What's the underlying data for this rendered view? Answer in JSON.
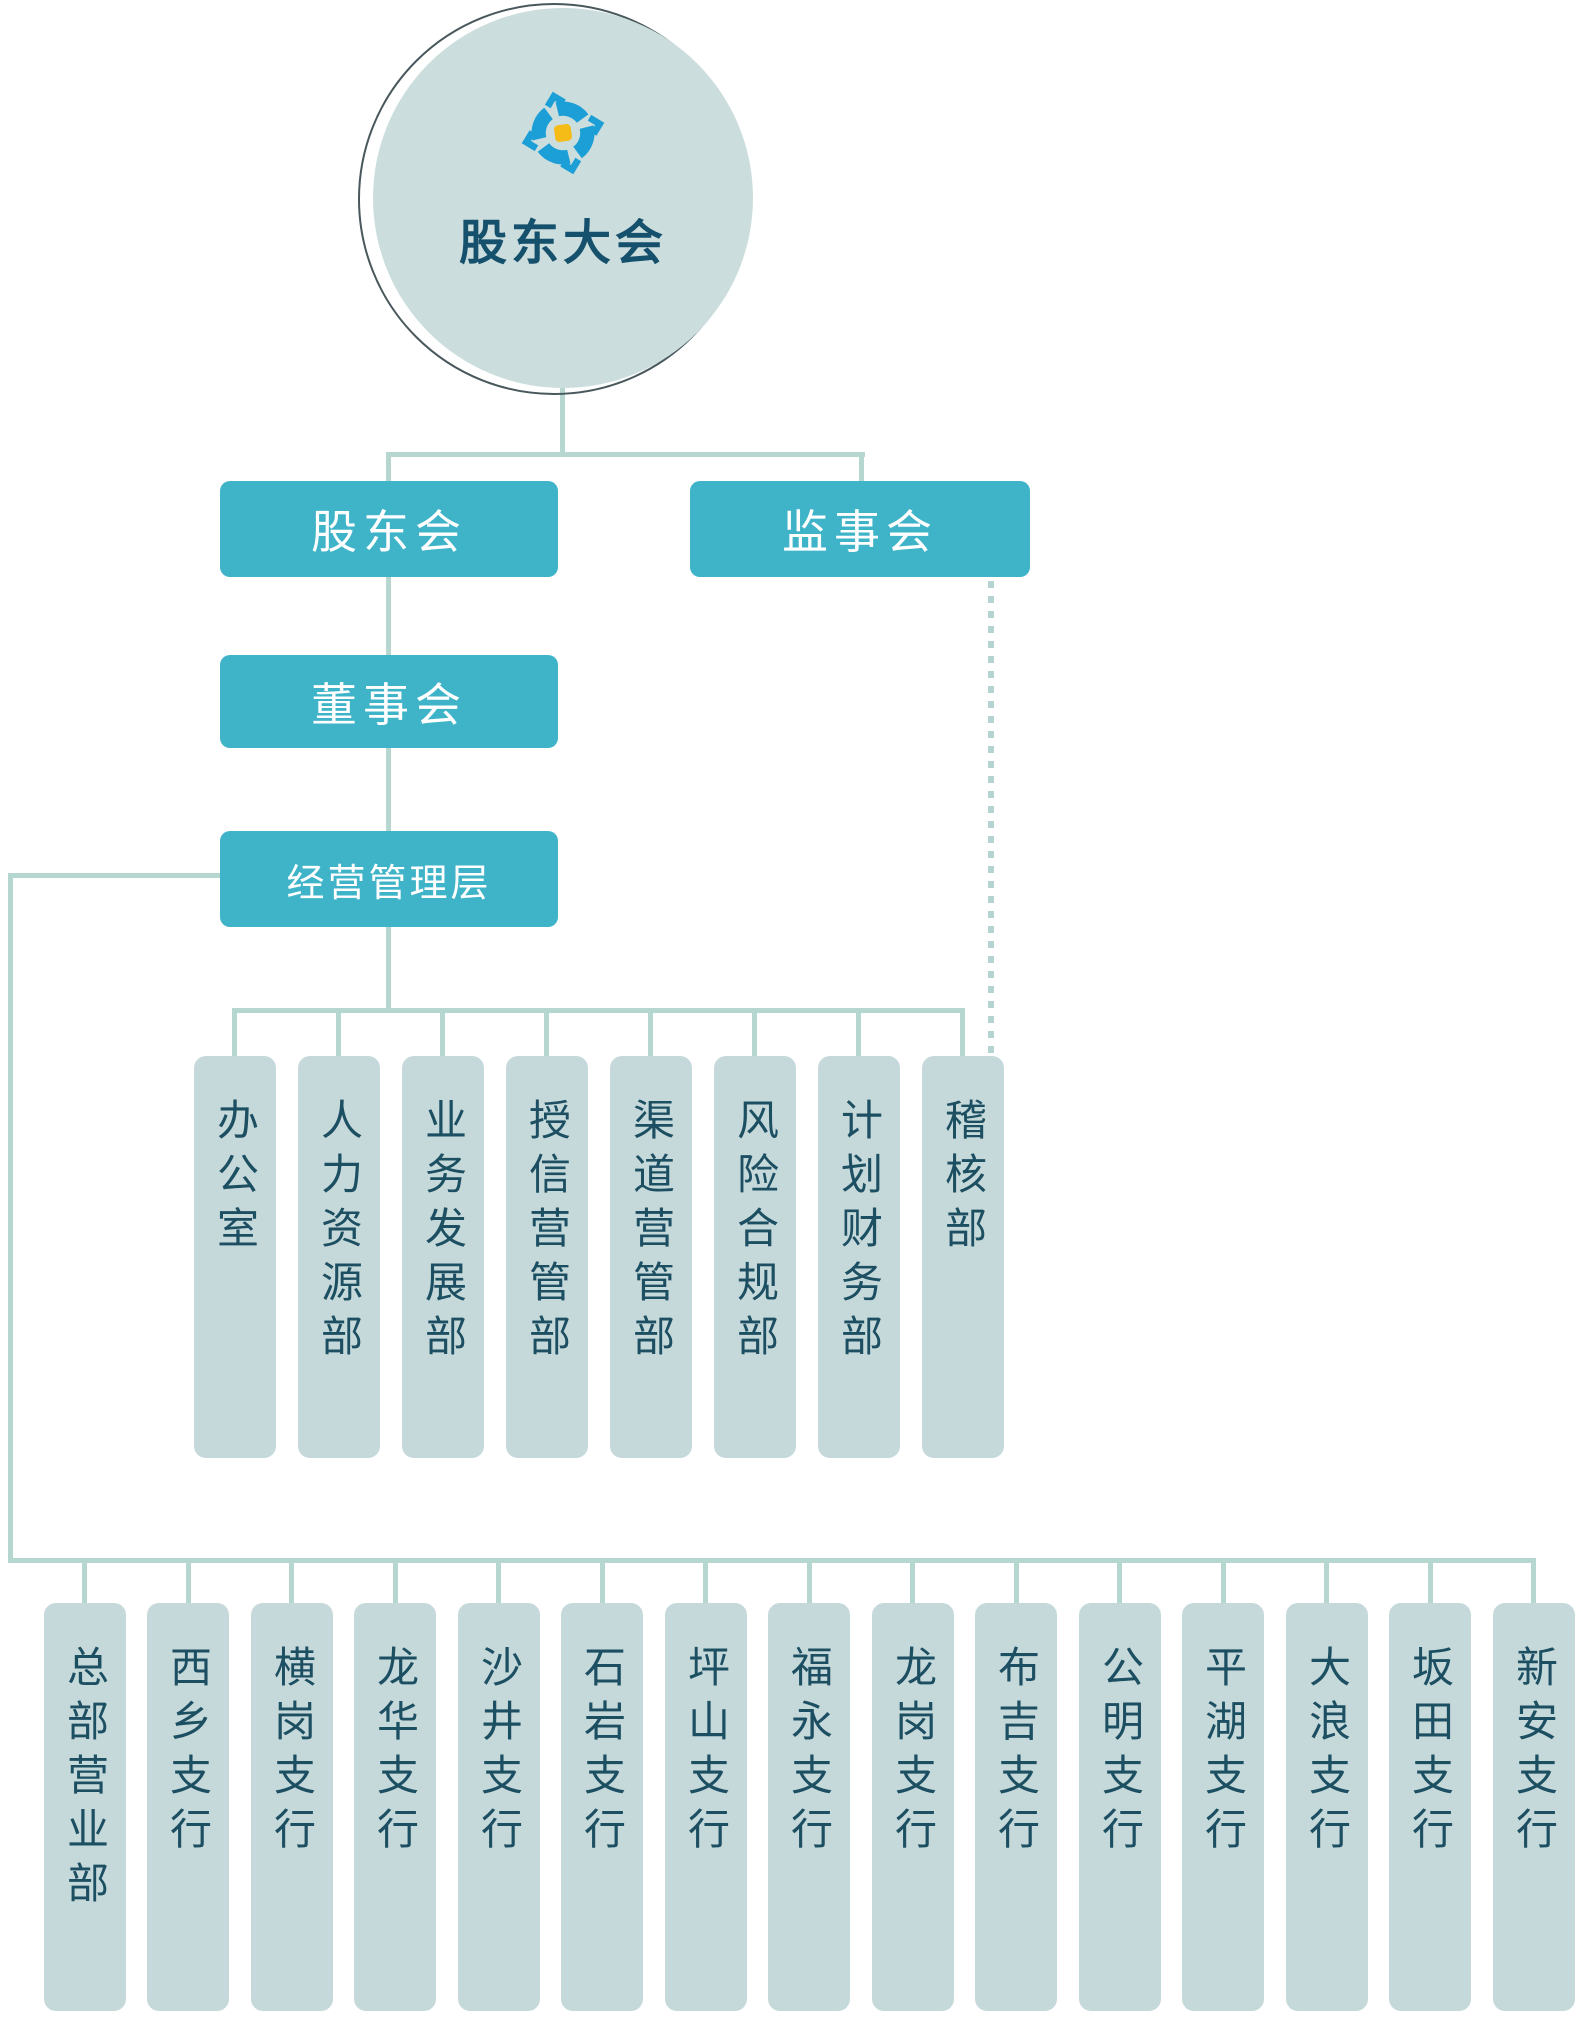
{
  "org": {
    "root": {
      "label": "股东大会",
      "logo": "bank-pinwheel-logo"
    },
    "level2": [
      {
        "label": "股东会"
      },
      {
        "label": "监事会"
      }
    ],
    "level3": {
      "label": "董事会"
    },
    "level4": {
      "label": "经营管理层"
    },
    "departments": [
      {
        "label": "办公室"
      },
      {
        "label": "人力资源部"
      },
      {
        "label": "业务发展部"
      },
      {
        "label": "授信营管部"
      },
      {
        "label": "渠道营管部"
      },
      {
        "label": "风险合规部"
      },
      {
        "label": "计划财务部"
      },
      {
        "label": "稽核部"
      }
    ],
    "branches": [
      {
        "label": "总部营业部"
      },
      {
        "label": "西乡支行"
      },
      {
        "label": "横岗支行"
      },
      {
        "label": "龙华支行"
      },
      {
        "label": "沙井支行"
      },
      {
        "label": "石岩支行"
      },
      {
        "label": "坪山支行"
      },
      {
        "label": "福永支行"
      },
      {
        "label": "龙岗支行"
      },
      {
        "label": "布吉支行"
      },
      {
        "label": "公明支行"
      },
      {
        "label": "平湖支行"
      },
      {
        "label": "大浪支行"
      },
      {
        "label": "坂田支行"
      },
      {
        "label": "新安支行"
      }
    ],
    "relations": {
      "dotted_supervision_link": {
        "from": "监事会",
        "to": "稽核部",
        "style": "dotted"
      }
    },
    "colors": {
      "node_teal": "#3fb4c8",
      "node_light": "#c6d9da",
      "circle_fill": "#ccdddd",
      "circle_ring": "#49585c",
      "connector": "#b6d6d0",
      "dotted_connector": "#b5d3d0",
      "text_dark": "#1d4f63",
      "title_text": "#15506c",
      "text_on_teal": "#ffffff",
      "logo_blue": "#1b9fd6",
      "logo_yellow": "#f5bb16"
    }
  }
}
